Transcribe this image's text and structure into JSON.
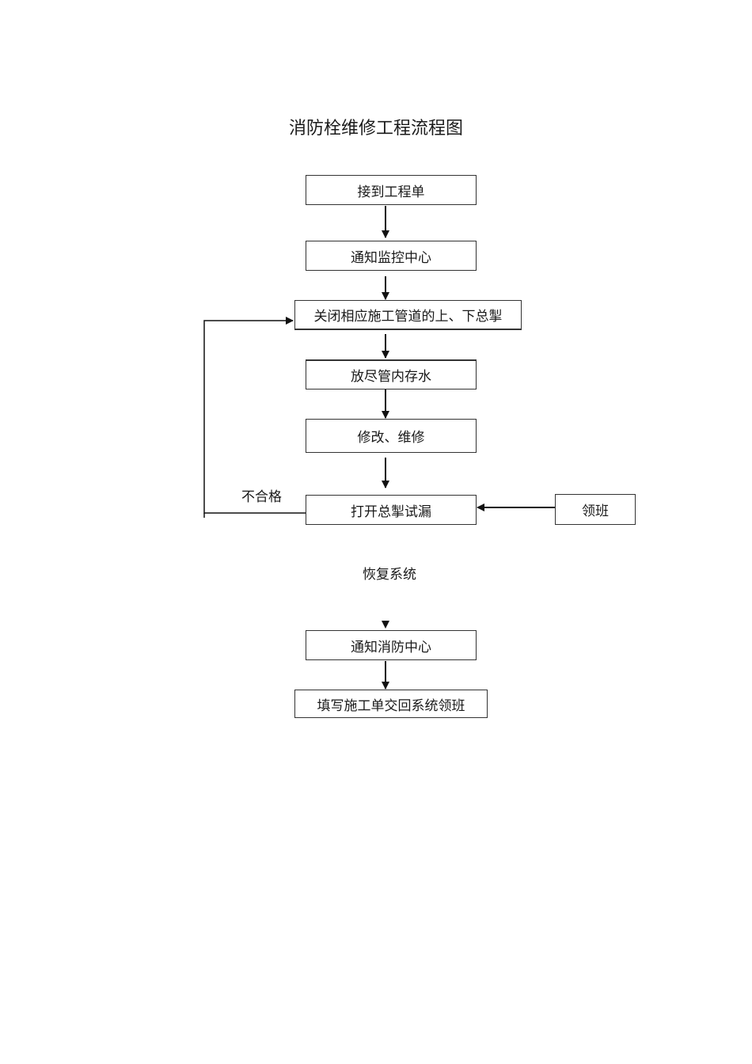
{
  "title": "消防栓维修工程流程图",
  "steps": {
    "receive_order": "接到工程单",
    "notify_monitor": "通知监控中心",
    "close_valves": "关闭相应施工管道的上、下总掣",
    "drain_water": "放尽管内存水",
    "repair": "修改、维修",
    "open_test": "打开总掣试漏",
    "supervisor": "领班",
    "notify_fire_center": "通知消防中心",
    "fill_form": "填写施工单交回系统领班"
  },
  "labels": {
    "fail": "不合格",
    "restore": "恢复系统"
  }
}
